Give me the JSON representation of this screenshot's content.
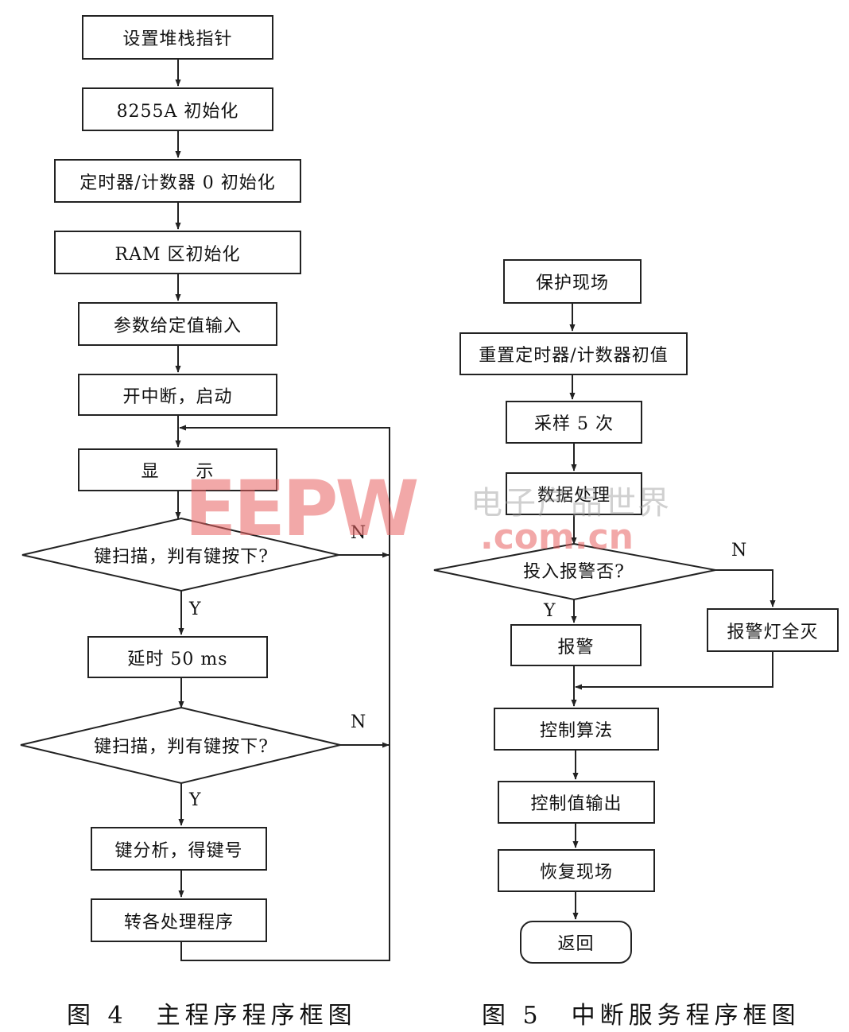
{
  "figure4": {
    "steps": {
      "set_stack": "设置堆栈指针",
      "init_8255a": "8255A 初始化",
      "init_timer": "定时器/计数器 0 初始化",
      "init_ram": "RAM 区初始化",
      "param_input": "参数给定值输入",
      "enable_interrupt": "开中断，启动",
      "display": "显　　示",
      "key_scan_1": "键扫描，判有键按下?",
      "delay": "延时 50 ms",
      "key_scan_2": "键扫描，判有键按下?",
      "key_analysis": "键分析，得键号",
      "dispatch": "转各处理程序"
    },
    "yes_label": "Y",
    "no_label": "N",
    "caption": "图 4　主程序程序框图"
  },
  "figure5": {
    "steps": {
      "save_context": "保护现场",
      "reset_timer": "重置定时器/计数器初值",
      "sample": "采样 5 次",
      "data_process": "数据处理",
      "alarm_check": "投入报警否?",
      "alarm": "报警",
      "alarm_lights_off": "报警灯全灭",
      "control_algorithm": "控制算法",
      "control_output": "控制值输出",
      "restore_context": "恢复现场",
      "return": "返回"
    },
    "yes_label": "Y",
    "no_label": "N",
    "caption": "图 5　中断服务程序框图"
  },
  "watermark": {
    "logo": "EEPW",
    "site": ".com.cn",
    "cn": "电子产品世界"
  },
  "colors": {
    "line": "#222222",
    "watermark_red": "#e76060"
  }
}
